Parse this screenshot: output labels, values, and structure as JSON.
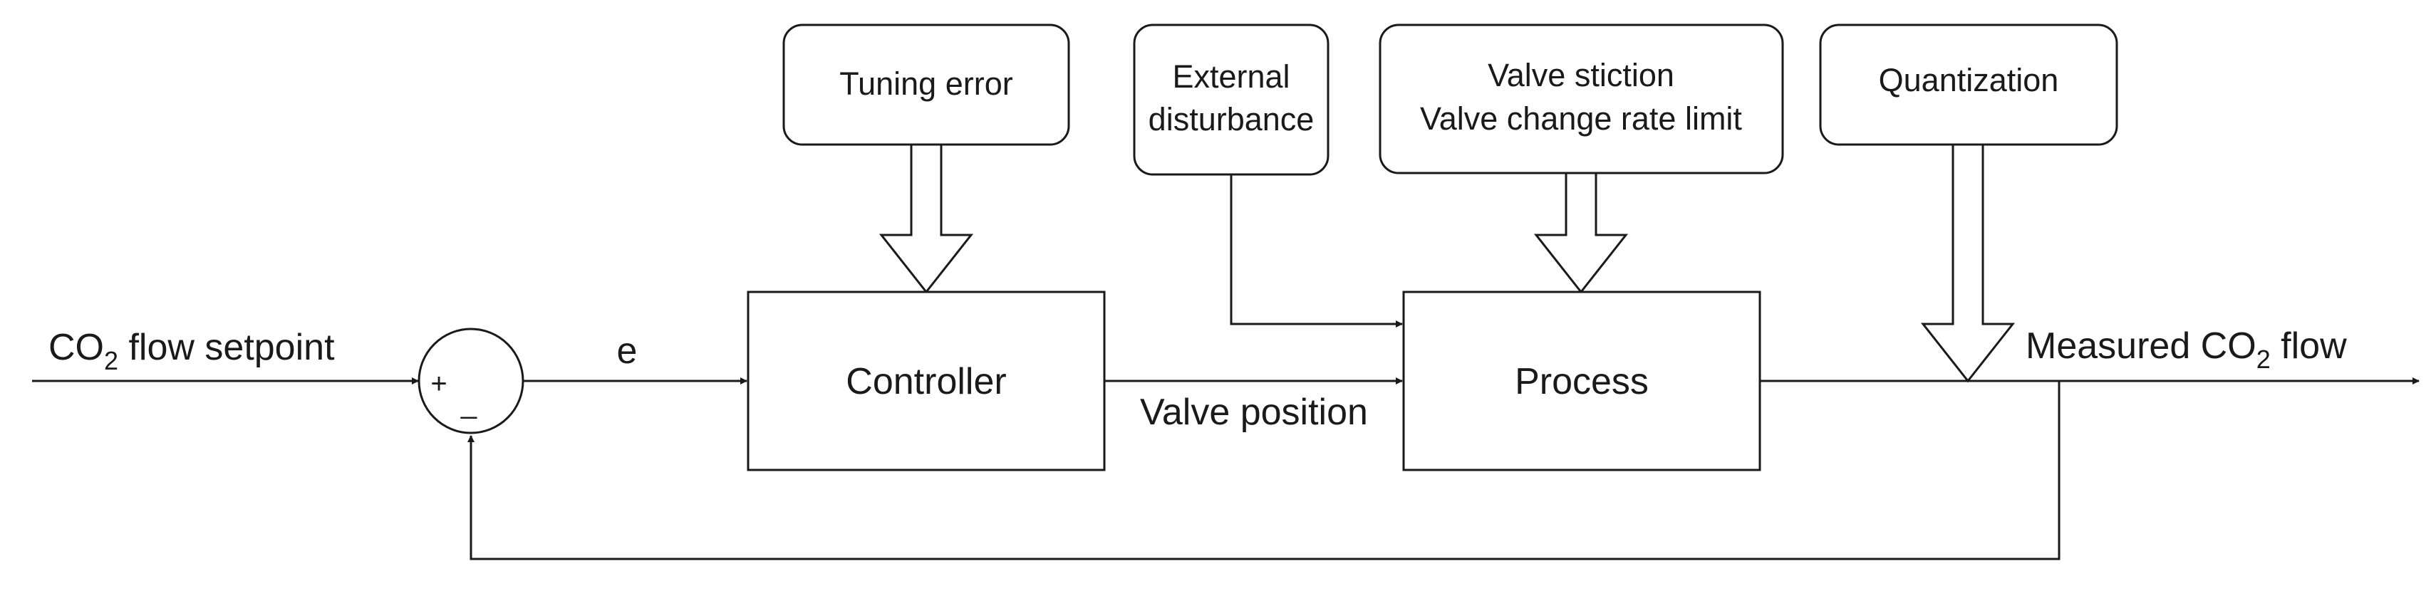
{
  "blocks": {
    "controller": "Controller",
    "process": "Process"
  },
  "disturbances": {
    "tuning_error": "Tuning error",
    "external_line1": "External",
    "external_line2": "disturbance",
    "valve_line1": "Valve stiction",
    "valve_line2": "Valve change rate limit",
    "quantization": "Quantization"
  },
  "signals": {
    "setpoint_prefix": "CO",
    "setpoint_sub": "2",
    "setpoint_suffix": " flow setpoint",
    "error": "e",
    "valve_position": "Valve position",
    "measured_prefix": "Measured CO",
    "measured_sub": "2",
    "measured_suffix": " flow"
  },
  "summing_junction": {
    "plus": "+",
    "minus": "_"
  }
}
